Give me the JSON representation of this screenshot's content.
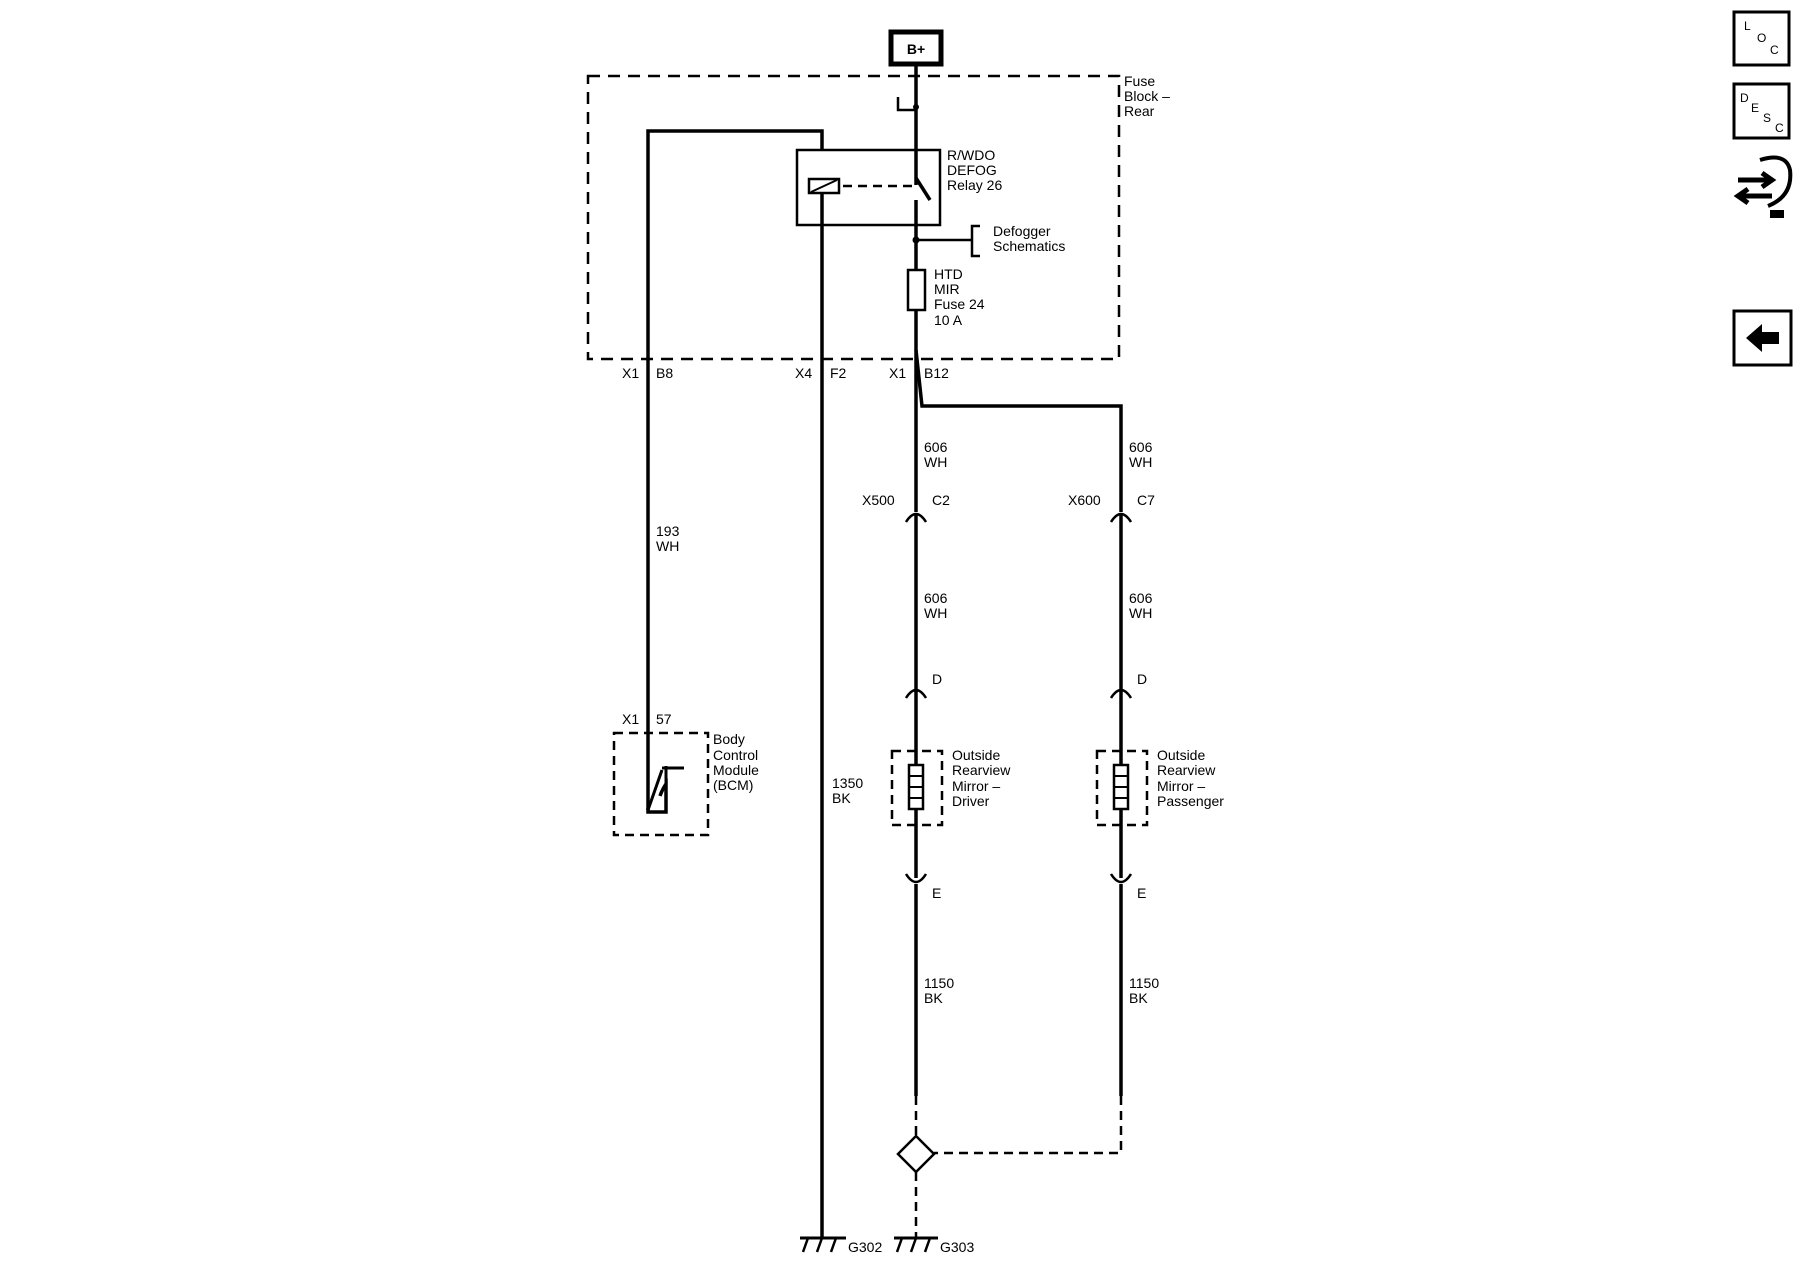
{
  "power": {
    "label": "B+"
  },
  "fuse_block": {
    "line1": "Fuse",
    "line2": "Block –",
    "line3": "Rear"
  },
  "relay": {
    "line1": "R/WDO",
    "line2": "DEFOG",
    "line3": "Relay 26"
  },
  "defogger_ref": {
    "line1": "Defogger",
    "line2": "Schematics"
  },
  "fuse": {
    "line1": "HTD",
    "line2": "MIR",
    "line3": "Fuse 24",
    "line4": "10 A"
  },
  "connectors": {
    "x1_b8": {
      "conn": "X1",
      "pin": "B8"
    },
    "x4_f2": {
      "conn": "X4",
      "pin": "F2"
    },
    "x1_b12": {
      "conn": "X1",
      "pin": "B12"
    },
    "x500": {
      "conn": "X500",
      "pin": "C2"
    },
    "x600": {
      "conn": "X600",
      "pin": "C7"
    },
    "bcm_pin": {
      "conn": "X1",
      "pin": "57"
    },
    "driver_d": "D",
    "driver_e": "E",
    "pass_d": "D",
    "pass_e": "E"
  },
  "wires": {
    "w193": {
      "num": "193",
      "color": "WH"
    },
    "w1350": {
      "num": "1350",
      "color": "BK"
    },
    "w606_drv_top": {
      "num": "606",
      "color": "WH"
    },
    "w606_pass_top": {
      "num": "606",
      "color": "WH"
    },
    "w606_drv_mid": {
      "num": "606",
      "color": "WH"
    },
    "w606_pass_mid": {
      "num": "606",
      "color": "WH"
    },
    "w1150_drv": {
      "num": "1150",
      "color": "BK"
    },
    "w1150_pass": {
      "num": "1150",
      "color": "BK"
    }
  },
  "bcm": {
    "line1": "Body",
    "line2": "Control",
    "line3": "Module",
    "line4": "(BCM)"
  },
  "mirror_driver": {
    "line1": "Outside",
    "line2": "Rearview",
    "line3": "Mirror –",
    "line4": "Driver"
  },
  "mirror_passenger": {
    "line1": "Outside",
    "line2": "Rearview",
    "line3": "Mirror –",
    "line4": "Passenger"
  },
  "grounds": {
    "g302": "G302",
    "g303": "G303"
  },
  "nav": {
    "loc": {
      "l": "L",
      "o": "O",
      "c": "C"
    },
    "desc": {
      "d": "D",
      "e": "E",
      "s": "S",
      "c": "C"
    },
    "icons": [
      "location-icon",
      "description-icon",
      "connector-pinout-icon",
      "back-arrow-icon"
    ]
  }
}
